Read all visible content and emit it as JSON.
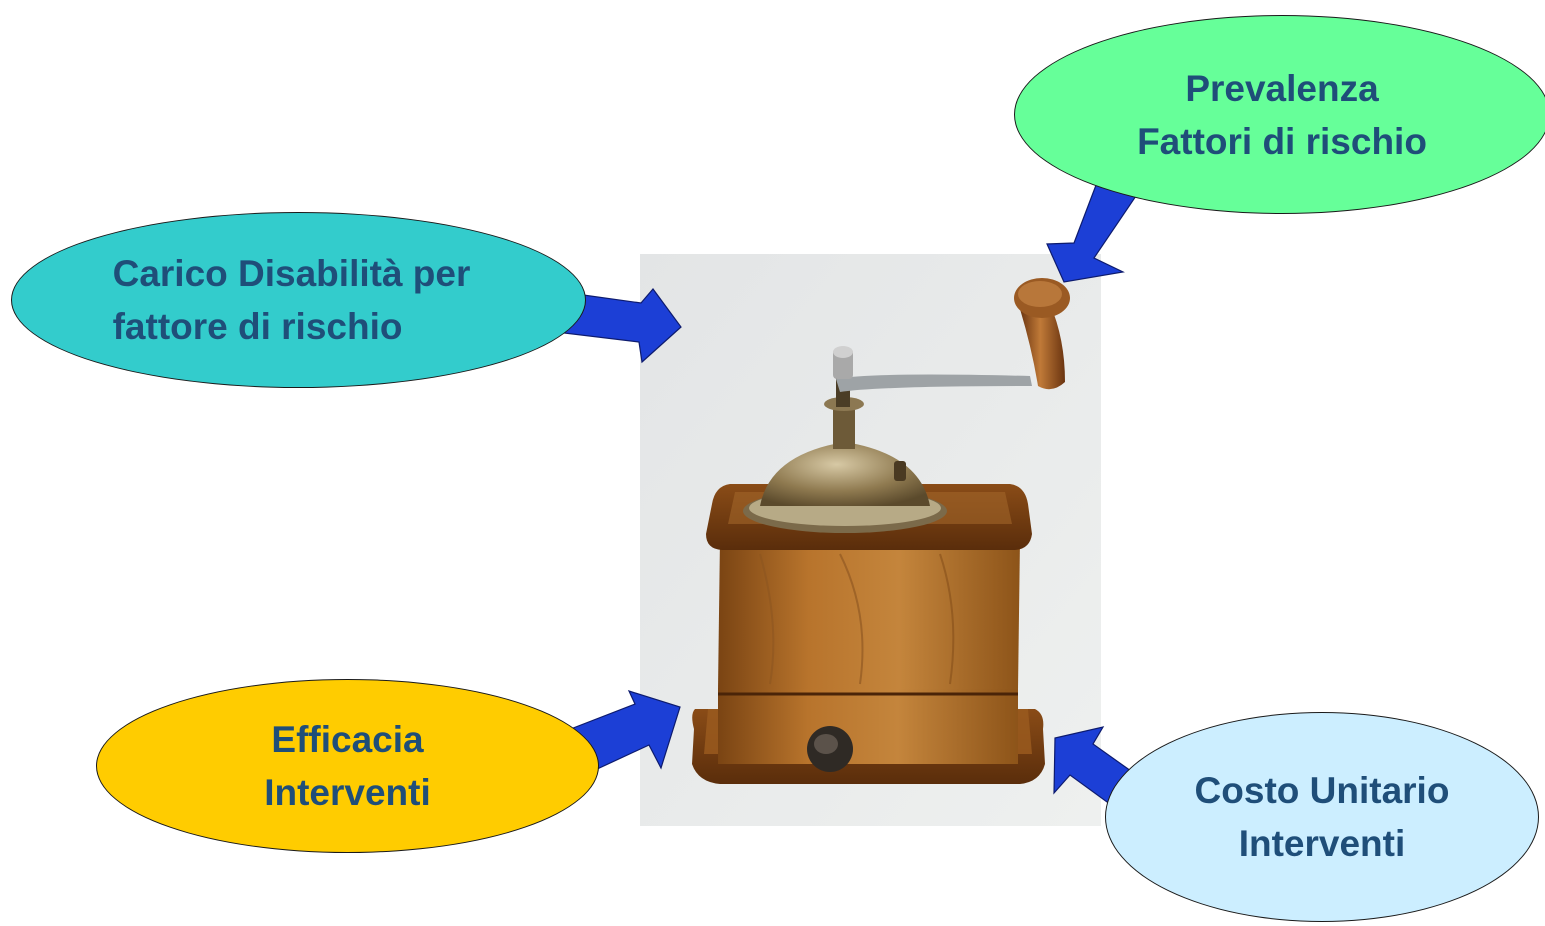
{
  "nodes": {
    "prevalenza": {
      "line1": "Prevalenza",
      "line2": "Fattori di rischio",
      "fill": "#66ff99"
    },
    "carico": {
      "line1": "Carico Disabilità per",
      "line2": "fattore di rischio",
      "fill": "#33cccc"
    },
    "efficacia": {
      "line1": "Efficacia",
      "line2": "Interventi",
      "fill": "#ffcc00"
    },
    "costo": {
      "line1": "Costo Unitario",
      "line2": "Interventi",
      "fill": "#cceeff"
    }
  },
  "center_image": {
    "subject": "antique wooden coffee grinder"
  },
  "colors": {
    "arrow": "#1c3fd6",
    "text": "#1f4e79"
  }
}
